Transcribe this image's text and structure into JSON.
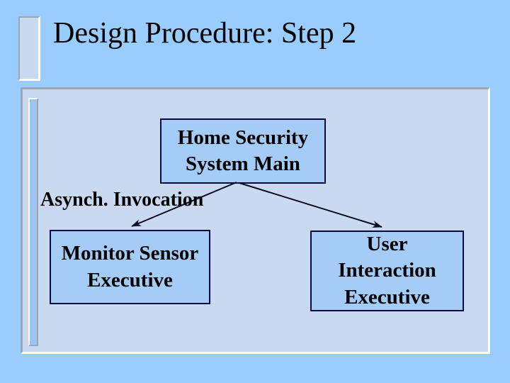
{
  "slide": {
    "title": "Design Procedure: Step 2"
  },
  "diagram": {
    "edge_label": "Asynch. Invocation",
    "nodes": [
      {
        "id": "home-security-system-main",
        "label": "Home Security\nSystem Main"
      },
      {
        "id": "monitor-sensor-executive",
        "label": "Monitor Sensor\nExecutive"
      },
      {
        "id": "user-interaction-executive",
        "label": "User\nInteraction\nExecutive"
      }
    ],
    "edges": [
      {
        "from": "home-security-system-main",
        "to": "monitor-sensor-executive",
        "type": "asynch-invocation"
      },
      {
        "from": "home-security-system-main",
        "to": "user-interaction-executive",
        "type": "asynch-invocation"
      }
    ]
  },
  "colors": {
    "slide-bg": "#99ccff",
    "panel-bg": "#c9daf0",
    "bevel-dark": "#98a6b6",
    "bevel-light": "#fffff4",
    "deco-fill": "#9cc6f0",
    "node-fill": "#a4ccf6",
    "node-border": "#0a0a3c",
    "arrow": "#0a0a1e",
    "text": "#000000"
  }
}
